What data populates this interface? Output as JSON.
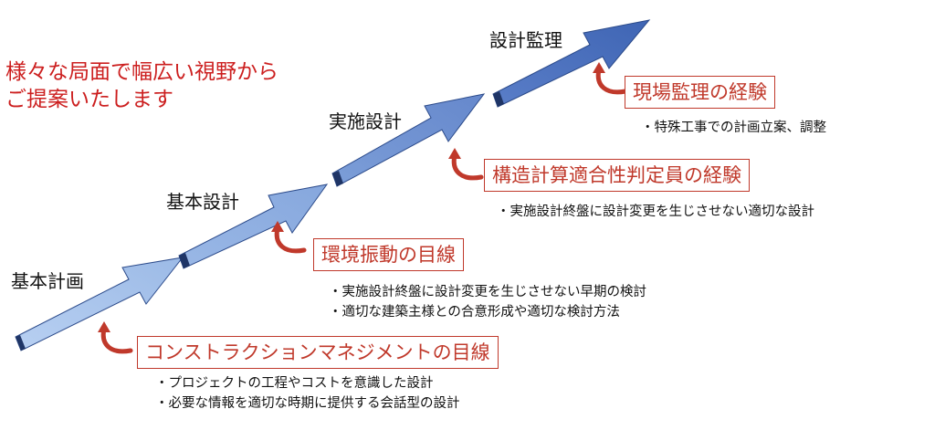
{
  "tagline": [
    "様々な局面で幅広い視野から",
    "ご提案いたします"
  ],
  "phases": [
    "基本計画",
    "基本設計",
    "実施設計",
    "設計監理"
  ],
  "experiences": [
    {
      "title": "コンストラクションマネジメントの目線",
      "points": [
        "・プロジェクトの工程やコストを意識した設計",
        "・必要な情報を適切な時期に提供する会話型の設計"
      ]
    },
    {
      "title": "環境振動の目線",
      "points": [
        "・実施設計終盤に設計変更を生じさせない早期の検討",
        "・適切な建築主様との合意形成や適切な検討方法"
      ]
    },
    {
      "title": "構造計算適合性判定員の経験",
      "points": [
        "・実施設計終盤に設計変更を生じさせない適切な設計"
      ]
    },
    {
      "title": "現場監理の経験",
      "points": [
        "・特殊工事での計画立案、調整"
      ]
    }
  ],
  "colors": {
    "accent": "#c0392b",
    "arrow_light": "#a9c4ec",
    "arrow_dark": "#3f65b4",
    "arrow_edge": "#2b4a8a",
    "joint": "#1f3566"
  }
}
